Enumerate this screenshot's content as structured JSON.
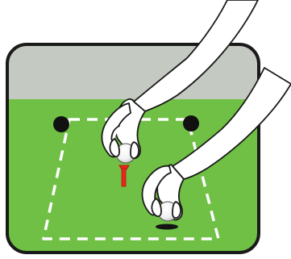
{
  "illustration": {
    "subject": "golf-tee-box-ball-placement",
    "colors": {
      "sky": "#c4c9c1",
      "grass": "#6fc044",
      "outline": "#1a1a1a",
      "boundary_line": "#ffffff",
      "tee_marker": "#111111",
      "tee": "#e8261e",
      "ball": "#ffffff",
      "ball_shadow": "#141414",
      "skin": "#ffffff"
    },
    "elements": {
      "tee_markers": 2,
      "golf_balls": 2,
      "hands": 2,
      "tee_color_name": "red",
      "boundary_style": "dashed"
    }
  }
}
